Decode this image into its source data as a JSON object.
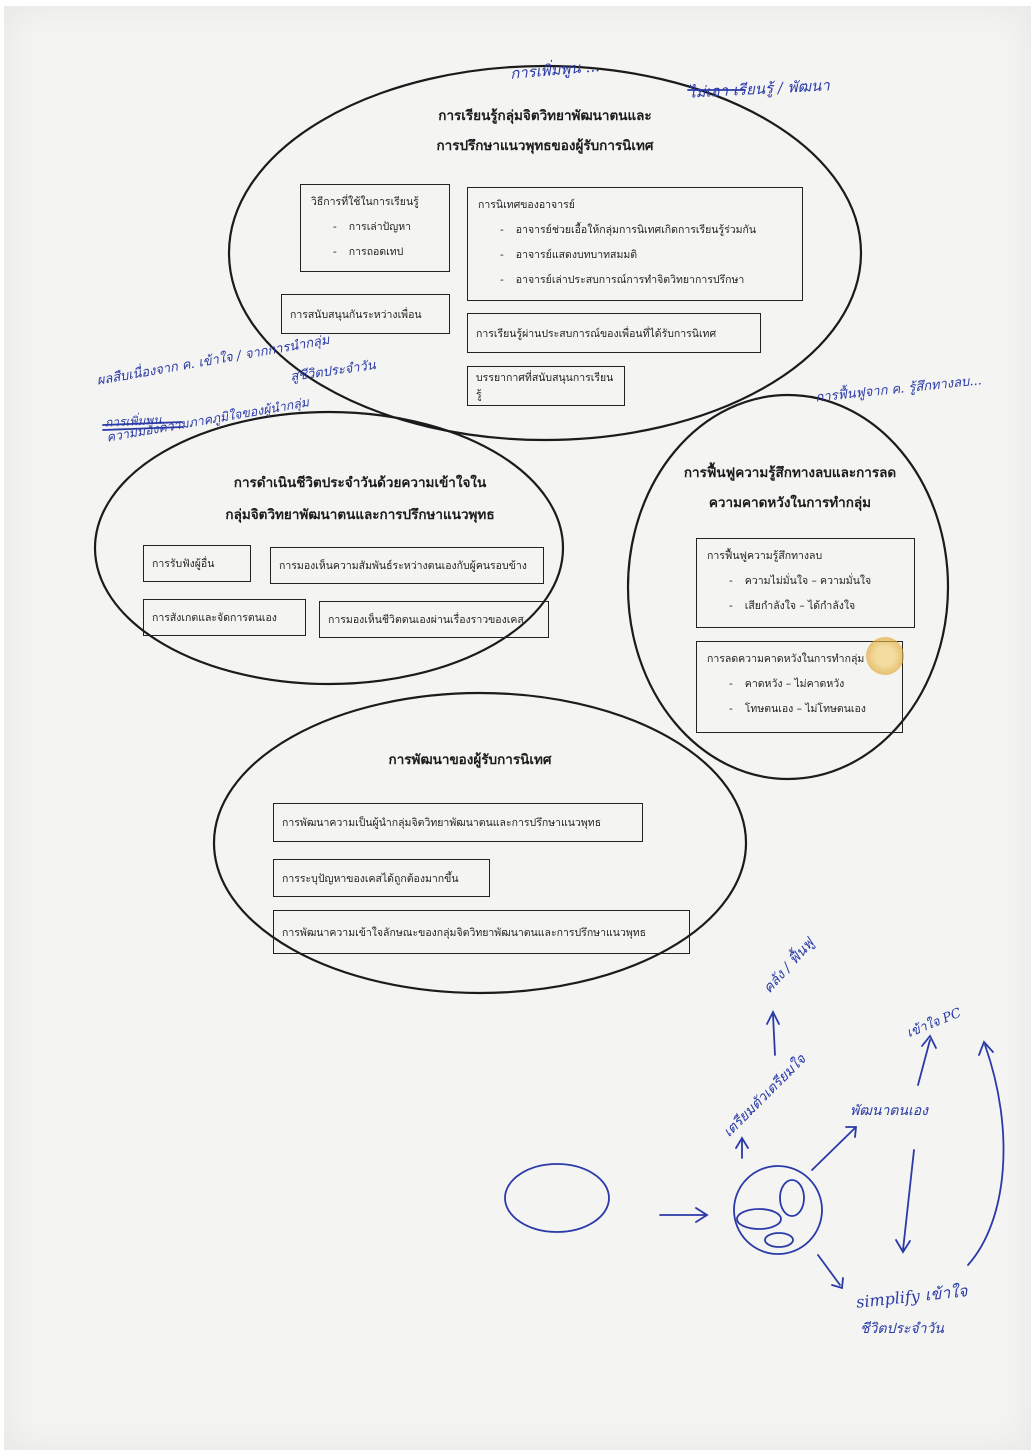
{
  "colors": {
    "ink": "#1b1b1b",
    "pen": "#2a3aa8",
    "paper": "#f4f4f2"
  },
  "cluster_learning": {
    "title_line1": "การเรียนรู้กลุ่มจิตวิทยาพัฒนาตนและ",
    "title_line2": "การปรึกษาแนวพุทธของผู้รับการนิเทศ",
    "methods": {
      "heading": "วิธีการที่ใช้ในการเรียนรู้",
      "items": [
        "การเล่าปัญหา",
        "การถอดเทป"
      ]
    },
    "supervision": {
      "heading": "การนิเทศของอาจารย์",
      "items": [
        "อาจารย์ช่วยเอื้อให้กลุ่มการนิเทศเกิดการเรียนรู้ร่วมกัน",
        "อาจารย์แสดงบทบาทสมมติ",
        "อาจารย์เล่าประสบการณ์การทำจิตวิทยาการปรึกษา"
      ]
    },
    "peer_support": "การสนับสนุนกันระหว่างเพื่อน",
    "peer_experience": "การเรียนรู้ผ่านประสบการณ์ของเพื่อนที่ได้รับการนิเทศ",
    "atmosphere": "บรรยากาศที่สนับสนุนการเรียนรู้"
  },
  "cluster_daily": {
    "title_line1": "การดำเนินชีวิตประจำวันด้วยความเข้าใจใน",
    "title_line2": "กลุ่มจิตวิทยาพัฒนาตนและการปรึกษาแนวพุทธ",
    "listening": "การรับฟังผู้อื่น",
    "relations": "การมองเห็นความสัมพันธ์ระหว่างตนเองกับผู้คนรอบข้าง",
    "self_observe": "การสังเกตและจัดการตนเอง",
    "see_life": "การมองเห็นชีวิตตนเองผ่านเรื่องราวของเคส"
  },
  "cluster_recovery": {
    "title_line1": "การฟื้นฟูความรู้สึกทางลบและการลด",
    "title_line2": "ความคาดหวังในการทำกลุ่ม",
    "negative": {
      "heading": "การฟื้นฟูความรู้สึกทางลบ",
      "items": [
        "ความไม่มั่นใจ – ความมั่นใจ",
        "เสียกำลังใจ – ได้กำลังใจ"
      ]
    },
    "expectation": {
      "heading": "การลดความคาดหวังในการทำกลุ่ม",
      "items": [
        "คาดหวัง – ไม่คาดหวัง",
        "โทษตนเอง – ไม่โทษตนเอง"
      ]
    }
  },
  "cluster_development": {
    "title": "การพัฒนาของผู้รับการนิเทศ",
    "leader": "การพัฒนาความเป็นผู้นำกลุ่มจิตวิทยาพัฒนาตนและการปรึกษาแนวพุทธ",
    "identify": "การระบุปัญหาของเคสได้ถูกต้องมากขึ้น",
    "understand": "การพัฒนาความเข้าใจลักษณะของกลุ่มจิตวิทยาพัฒนาตนและการปรึกษาแนวพุทธ"
  },
  "handwriting": {
    "top_note": "การเพิ่มพูน ...",
    "top_right": "ไม่เอา เรียนรู้ / พัฒนา",
    "left_note1": "ผลสืบเนื่องจาก ค. เข้าใจ / จากการนำกลุ่ม",
    "left_note2": "สู่ชีวิตประจำวัน",
    "left_strike": "การเพิ่มพูน...",
    "left_note3": "ความมองความภาคภูมิใจของผู้นำกลุ่ม",
    "right_note": "การฟื้นฟูจาก ค. รู้สึกทางลบ...",
    "bottom_strength": "คลัง / ฟื้นฟู",
    "bottom_prepare": "เตรียมตัวเตรียมใจ",
    "bottom_understand": "เข้าใจ PC",
    "bottom_develop": "พัฒนาตนเอง",
    "bottom_simplify": "simplify เข้าใจ",
    "bottom_daily": "ชีวิตประจำวัน"
  }
}
